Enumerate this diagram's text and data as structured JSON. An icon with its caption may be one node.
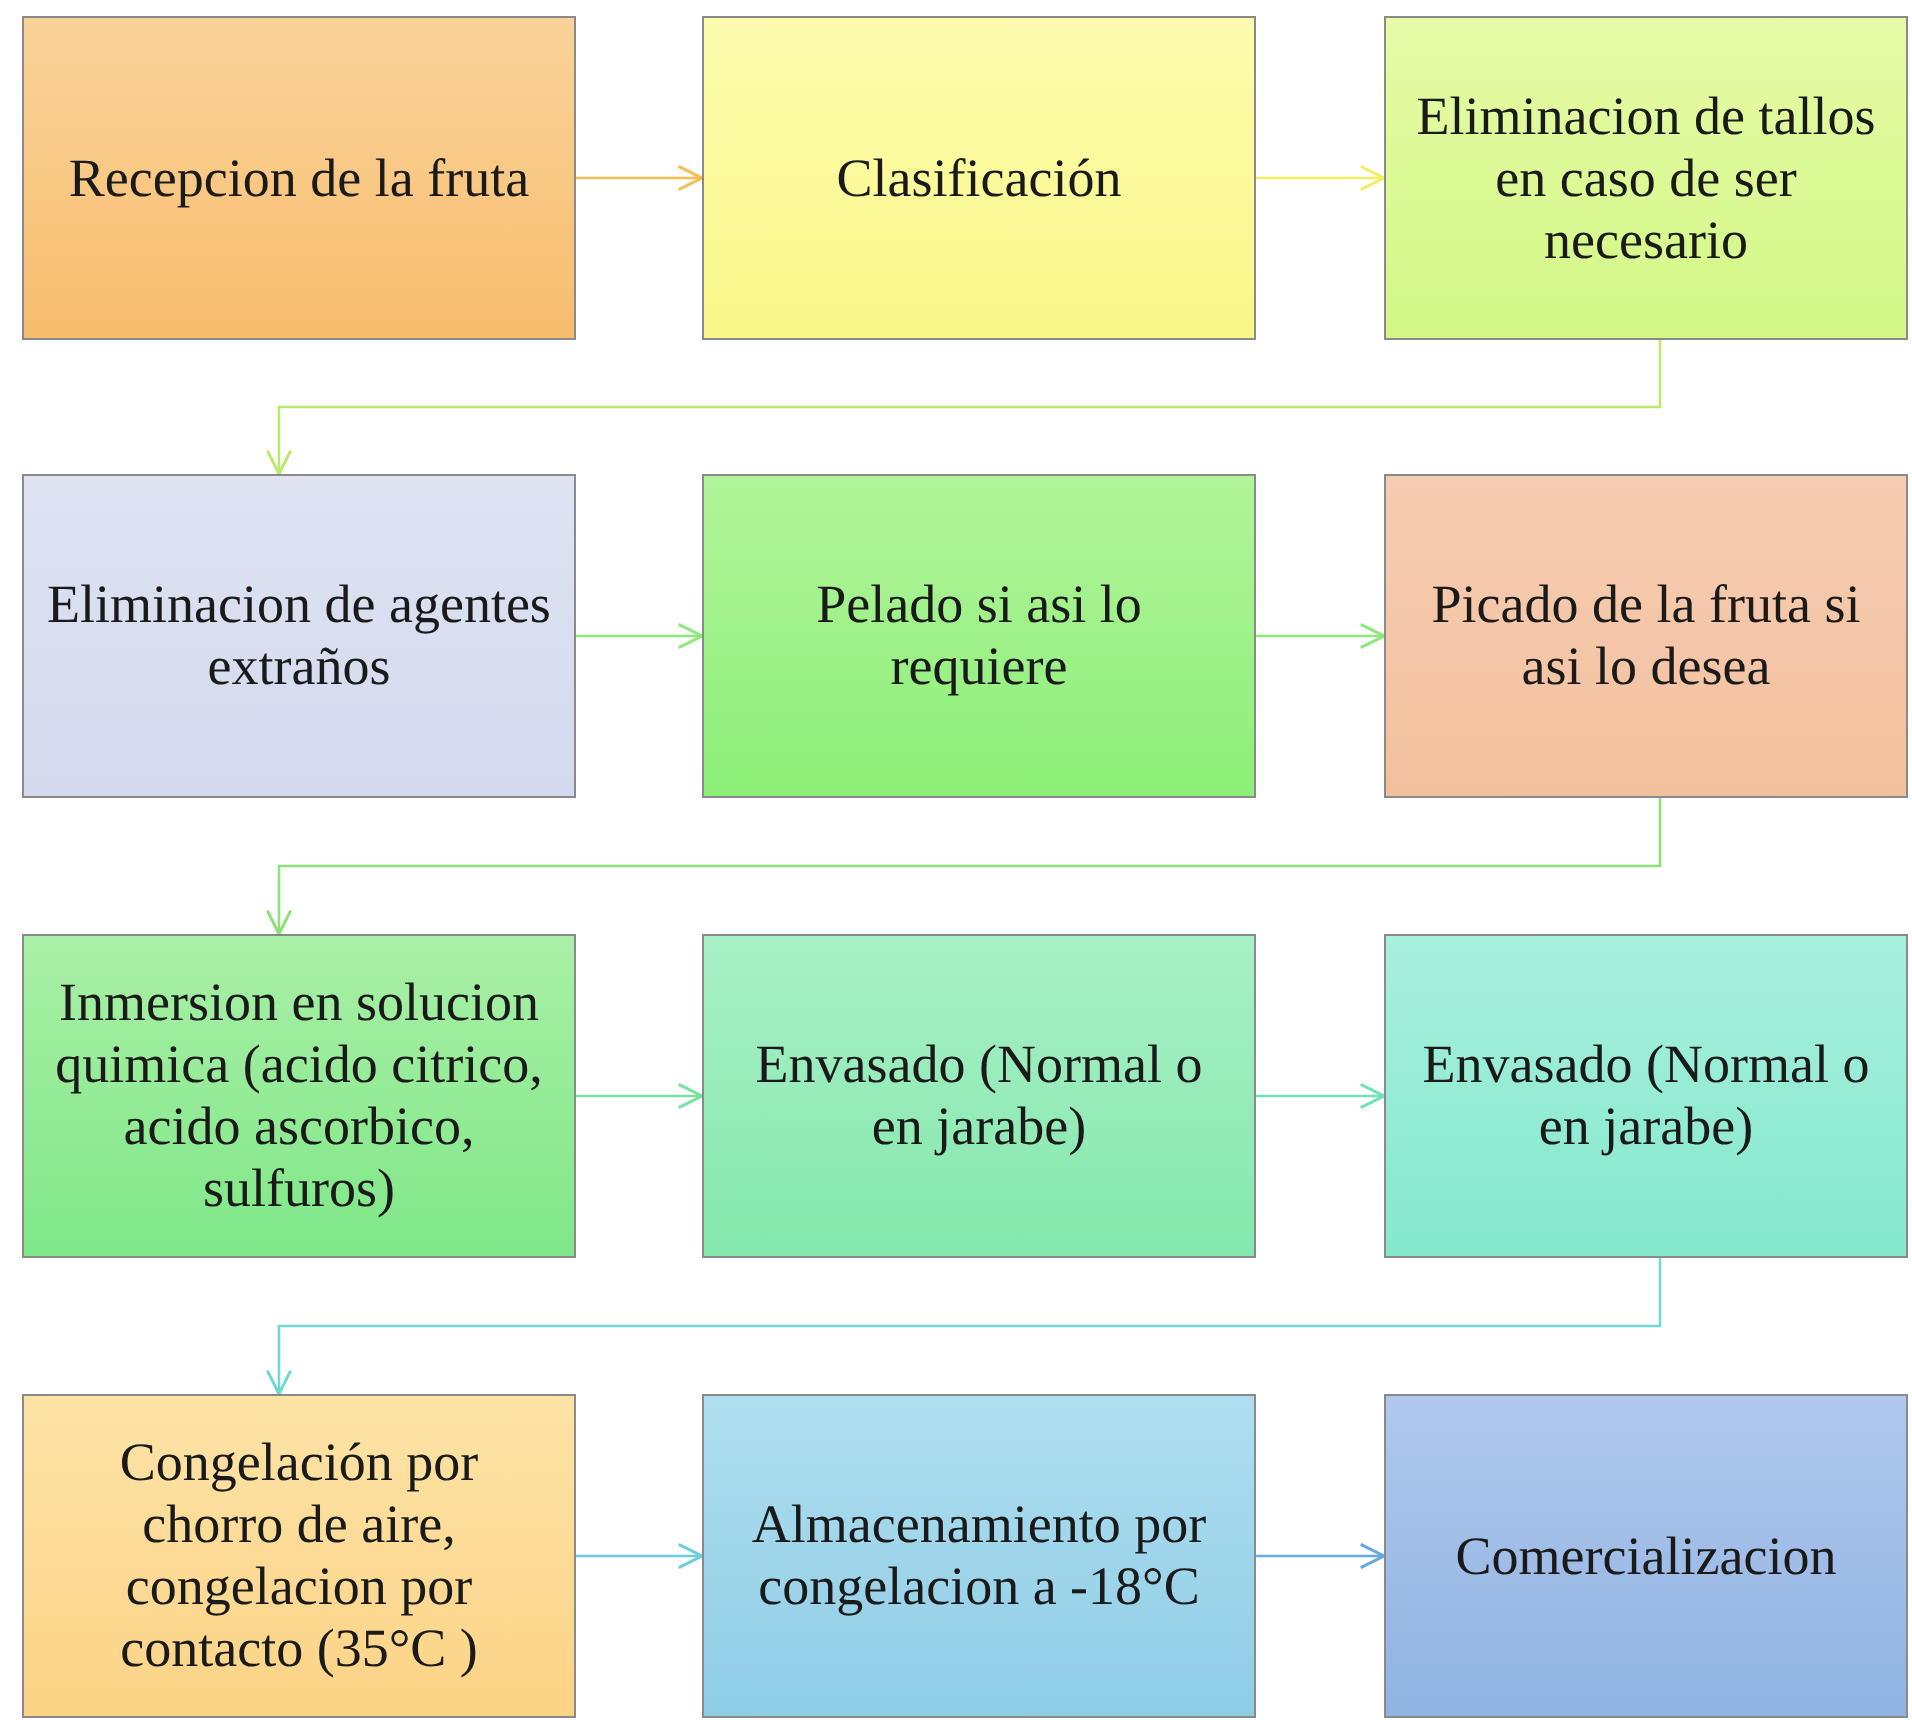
{
  "diagram": {
    "nodes": [
      {
        "text": [
          "Recepcion de la fruta"
        ]
      },
      {
        "text": [
          "Clasificación"
        ]
      },
      {
        "text": [
          "Eliminacion de tallos en caso de ser necesario"
        ]
      },
      {
        "text": [
          "Eliminacion de agentes extraños"
        ]
      },
      {
        "text": [
          "Pelado si asi lo requiere"
        ]
      },
      {
        "text": [
          "Picado de la fruta si asi lo desea"
        ]
      },
      {
        "text": [
          "Inmersion en solucion quimica (acido citrico, acido ascorbico, sulfuros)"
        ]
      },
      {
        "text": [
          "Envasado (Normal o en jarabe)"
        ]
      },
      {
        "text": [
          "Envasado (Normal o en jarabe)"
        ]
      },
      {
        "text": [
          "Congelación por chorro de aire, congelacion por contacto (35°C )"
        ]
      },
      {
        "text": [
          "Almacenamiento por congelacion a -18°C"
        ]
      },
      {
        "text": [
          "Comercializacion"
        ]
      }
    ],
    "edges": [
      {
        "from": 0,
        "to": 1,
        "arrow": "to",
        "color": "#f8be50"
      },
      {
        "from": 1,
        "to": 2,
        "arrow": "to",
        "color": "#f2f060"
      },
      {
        "from": 2,
        "to": 3,
        "arrow": "to",
        "color": "#bde870"
      },
      {
        "from": 3,
        "to": 4,
        "arrow": "to",
        "color": "#8ee87a"
      },
      {
        "from": 4,
        "to": 5,
        "arrow": "to",
        "color": "#8ee87a"
      },
      {
        "from": 5,
        "to": 6,
        "arrow": "to",
        "color": "#8ee07a"
      },
      {
        "from": 6,
        "to": 7,
        "arrow": "to",
        "color": "#78e2a0"
      },
      {
        "from": 7,
        "to": 8,
        "arrow": "to",
        "color": "#74e0b8"
      },
      {
        "from": 8,
        "to": 9,
        "arrow": "to",
        "color": "#70d8d0"
      },
      {
        "from": 9,
        "to": 10,
        "arrow": "to",
        "color": "#6ccde0"
      },
      {
        "from": 10,
        "to": 11,
        "arrow": "to",
        "color": "#6aa8e0"
      }
    ]
  }
}
